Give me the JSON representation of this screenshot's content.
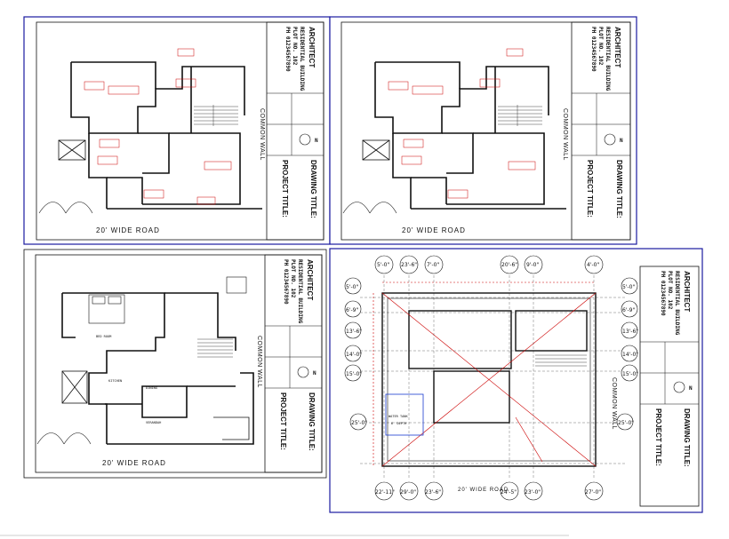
{
  "sheets": {
    "top_left": {
      "road_label": "20' WIDE ROAD",
      "common_wall": "COMMON WALL"
    },
    "top_right": {
      "road_label": "20' WIDE ROAD",
      "common_wall": "COMMON WALL"
    },
    "bottom_left": {
      "road_label": "20' WIDE ROAD",
      "common_wall": "COMMON WALL",
      "rooms": [
        "BED ROOM",
        "DINING",
        "KITCHEN",
        "VERANDAH"
      ]
    },
    "bottom_right": {
      "road_label": "20' WIDE ROAD",
      "common_wall": "COMMON WALL",
      "water_tank": "WATER TANK",
      "water_tank_sub": "6' DEPTH",
      "grid_top": [
        "5'-0\"",
        "23'-6\"",
        "7'-0\"",
        "20'-6\"",
        "9'-0\"",
        "4'-0\""
      ],
      "grid_bottom": [
        "22'-11\"",
        "29'-0\"",
        "23'-6\"",
        "24'-5\"",
        "23'-0\"",
        "27'-0\""
      ],
      "grid_left": [
        "5'-0\"",
        "6'-9\"",
        "13'-6\"",
        "14'-0\"",
        "15'-0\"",
        "25'-0\""
      ],
      "grid_right": [
        "5'-0\"",
        "6'-9\"",
        "13'-6\"",
        "14'-0\"",
        "15'-0\"",
        "25'-0\""
      ]
    }
  },
  "title_block": {
    "project_label": "PROJECT TITLE:",
    "drawing_label": "DRAWING TITLE:",
    "north": "N",
    "lines": [
      "ARCHITECT",
      "RESIDENTIAL BUILDING",
      "PLOT NO. 102",
      "PH 01234567890"
    ]
  },
  "colors": {
    "line": "#111111",
    "highlight": "#cc0000",
    "frame": "#1a1aa0",
    "blue_dim": "#1a3ad0"
  }
}
